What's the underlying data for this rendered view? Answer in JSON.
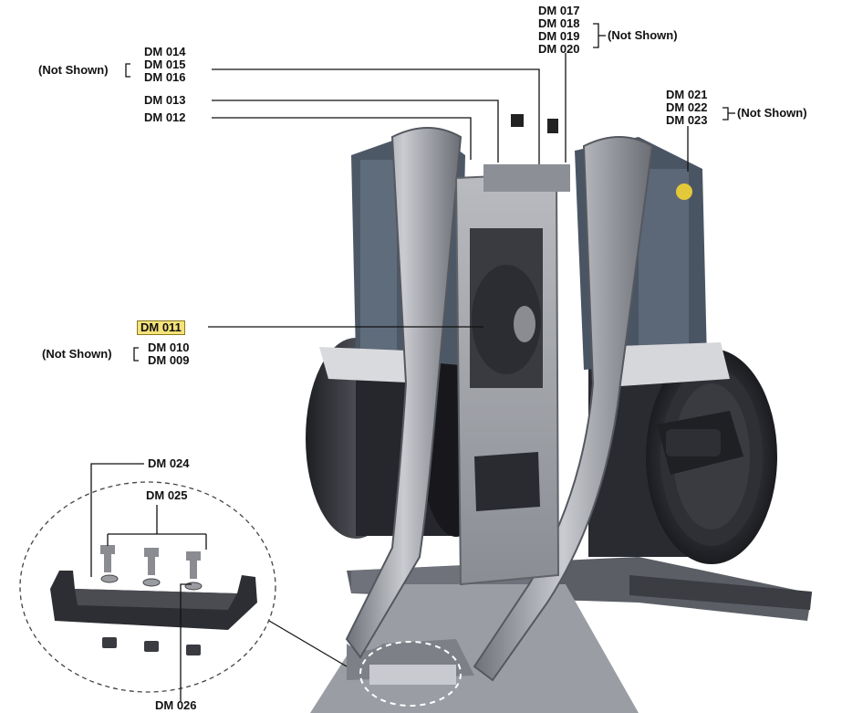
{
  "callouts": {
    "dm009": "DM 009",
    "dm010": "DM 010",
    "dm011": "DM 011",
    "dm012": "DM 012",
    "dm013": "DM 013",
    "dm014": "DM 014",
    "dm015": "DM 015",
    "dm016": "DM 016",
    "dm017": "DM 017",
    "dm018": "DM 018",
    "dm019": "DM 019",
    "dm020": "DM 020",
    "dm021": "DM 021",
    "dm022": "DM 022",
    "dm023": "DM 023",
    "dm024": "DM 024",
    "dm025": "DM 025",
    "dm026": "DM 026"
  },
  "notes": {
    "not_shown_a": "(Not Shown)",
    "not_shown_b": "(Not Shown)",
    "not_shown_c": "(Not Shown)",
    "not_shown_d": "(Not Shown)"
  },
  "colors": {
    "highlight": "#f5e27a",
    "frame": "#8c8f96",
    "frame_dark": "#4a4d55",
    "drum": "#2b2c31",
    "accent": "#1aa39a",
    "leader": "#111111"
  }
}
